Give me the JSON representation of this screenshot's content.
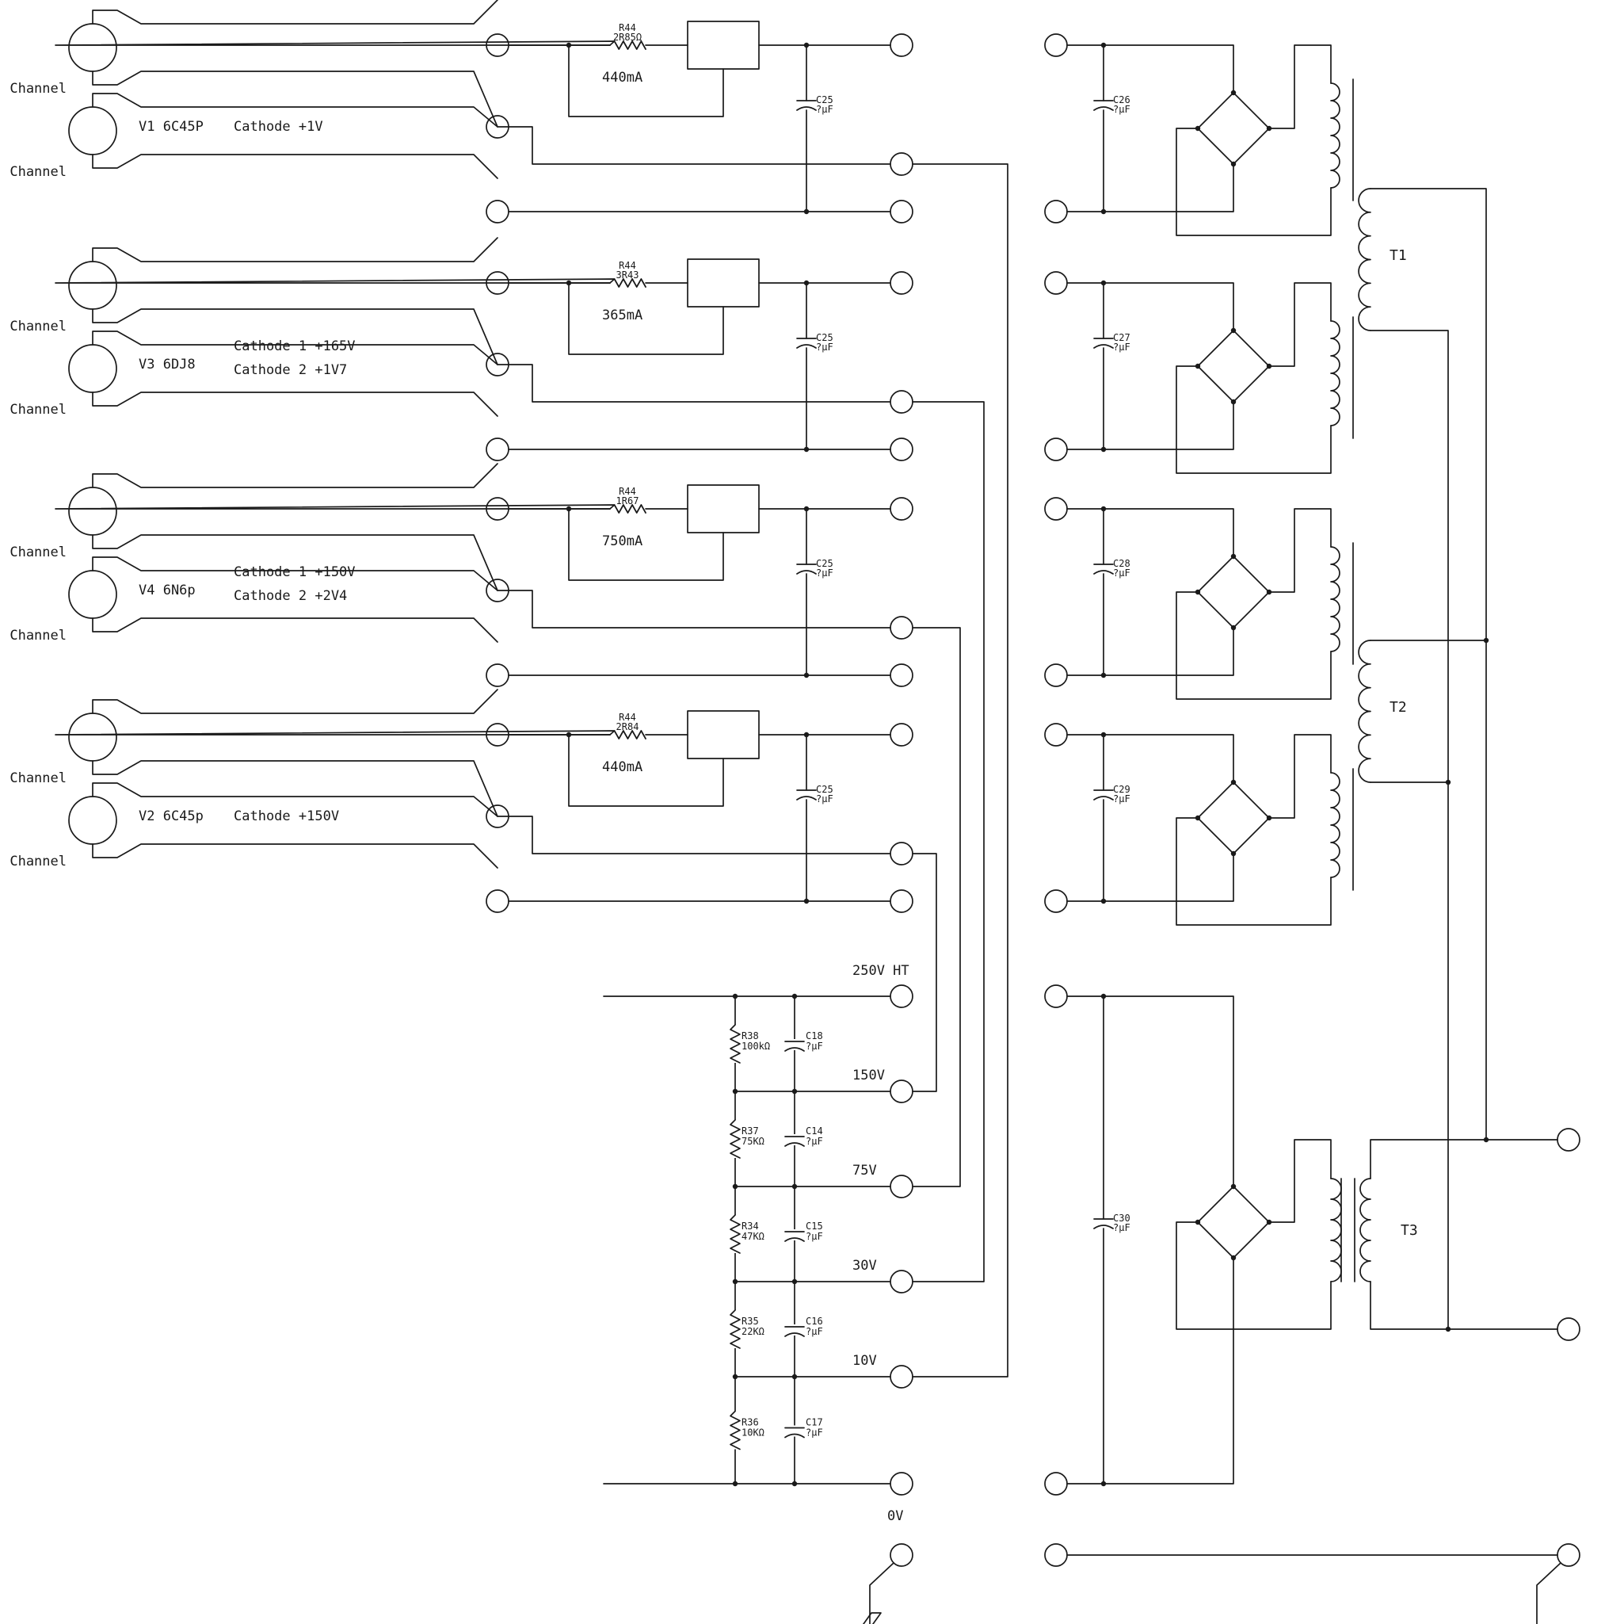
{
  "tubes": [
    {
      "id": "V1",
      "name": "V1 6C45P",
      "cathode_lines": [
        "Cathode +1V"
      ],
      "channel_labels": [
        "Channel",
        "Channel"
      ],
      "resistor": {
        "ref": "R44",
        "value": "2R85Ω"
      },
      "current": "440mA",
      "cap": {
        "ref": "C25",
        "value": "?μF"
      }
    },
    {
      "id": "V3",
      "name": "V3 6DJ8",
      "cathode_lines": [
        "Cathode 1 +165V",
        "Cathode 2 +1V7"
      ],
      "channel_labels": [
        "Channel",
        "Channel"
      ],
      "resistor": {
        "ref": "R44",
        "value": "3R43"
      },
      "current": "365mA",
      "cap": {
        "ref": "C25",
        "value": "?μF"
      }
    },
    {
      "id": "V4",
      "name": "V4 6N6p",
      "cathode_lines": [
        "Cathode 1 +150V",
        "Cathode 2 +2V4"
      ],
      "channel_labels": [
        "Channel",
        "Channel"
      ],
      "resistor": {
        "ref": "R44",
        "value": "1R67"
      },
      "current": "750mA",
      "cap": {
        "ref": "C25",
        "value": "?μF"
      }
    },
    {
      "id": "V2",
      "name": "V2 6C45p",
      "cathode_lines": [
        "Cathode +150V"
      ],
      "channel_labels": [
        "Channel",
        "Channel"
      ],
      "resistor": {
        "ref": "R44",
        "value": "2R84"
      },
      "current": "440mA",
      "cap": {
        "ref": "C25",
        "value": "?μF"
      }
    }
  ],
  "rectifier_caps": [
    {
      "ref": "C26",
      "value": "?μF"
    },
    {
      "ref": "C27",
      "value": "?μF"
    },
    {
      "ref": "C28",
      "value": "?μF"
    },
    {
      "ref": "C29",
      "value": "?μF"
    }
  ],
  "ht_cap": {
    "ref": "C30",
    "value": "?μF"
  },
  "transformers": [
    "T1",
    "T2",
    "T3"
  ],
  "divider": {
    "taps": [
      "250V HT",
      "150V",
      "75V",
      "30V",
      "10V",
      "0V"
    ],
    "resistors": [
      {
        "ref": "R38",
        "value": "100kΩ"
      },
      {
        "ref": "R37",
        "value": "75KΩ"
      },
      {
        "ref": "R34",
        "value": "47KΩ"
      },
      {
        "ref": "R35",
        "value": "22KΩ"
      },
      {
        "ref": "R36",
        "value": "10KΩ"
      }
    ],
    "caps": [
      {
        "ref": "C18",
        "value": "?μF"
      },
      {
        "ref": "C14",
        "value": "?μF"
      },
      {
        "ref": "C15",
        "value": "?μF"
      },
      {
        "ref": "C16",
        "value": "?μF"
      },
      {
        "ref": "C17",
        "value": "?μF"
      }
    ]
  }
}
